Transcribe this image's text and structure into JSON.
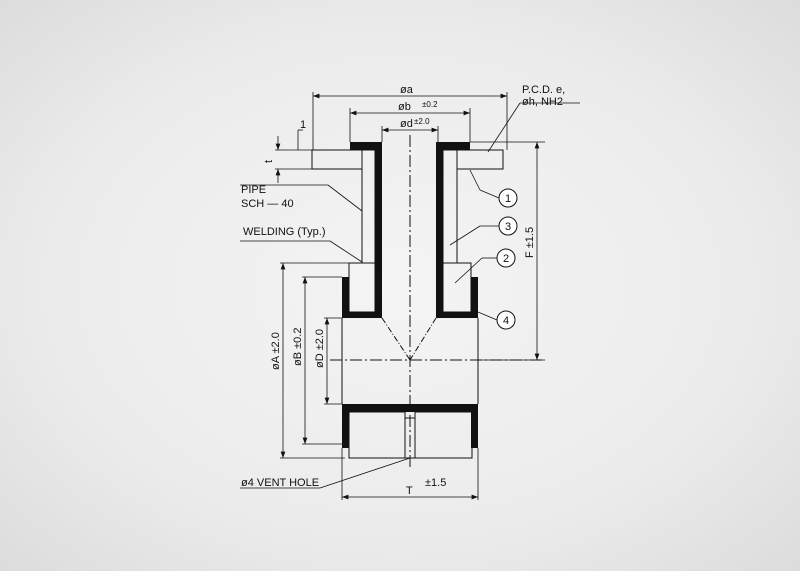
{
  "labels": {
    "phi_a": "øa",
    "phi_b": "øb",
    "phi_b_tol": "±0.2",
    "phi_d": "ød",
    "phi_d_tol": "±2.0",
    "pcd": "P.C.D.  e,",
    "holes": "øh,  NH2",
    "one": "1",
    "t": "t",
    "pipe": "PIPE",
    "sch": "SCH  —  40",
    "welding": "WELDING  (Typ.)",
    "F": "F  ±1.5",
    "phi_A": "øA   ±2.0",
    "phi_B": "øB  ±0.2",
    "phi_D": "øD  ±2.0",
    "vent": "ø4  VENT  HOLE",
    "T": "T",
    "T_tol": "±1.5"
  },
  "balloons": [
    "1",
    "3",
    "2",
    "4"
  ]
}
